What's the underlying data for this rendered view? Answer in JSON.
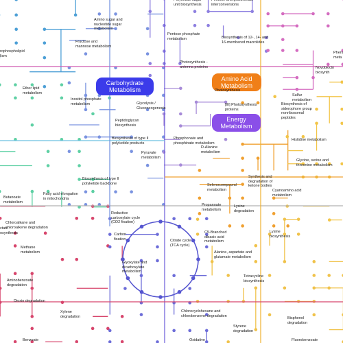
{
  "pills": {
    "carbohydrate": {
      "text": "Carbohydrate\nMetabolism",
      "color": "#3b3bea"
    },
    "amino_acid": {
      "text": "Amino Acid\nMetabolism",
      "color": "#f07f18"
    },
    "energy": {
      "text": "Energy\nMetabolism",
      "color": "#8a4fe8"
    }
  },
  "labels": {
    "polyketide_sugar": "Polyketide sugar\nunit biosynthesis",
    "pentose_glucuronate": "Pentose and glucuronate\ninterconversions",
    "amino_sugar": "Amino sugar and\nnucleotide sugar\nmetabolism",
    "phospholipid": "rophospholipid\nlism",
    "fructose_mannose": "Fructose and\nmannose metabolism",
    "pentose_phosphate": "Pentose phosphate\nmetabolism",
    "biosynthesis_12_14": "Biosynthesis of 12-, 14- and\n16-membered macrolides",
    "phenyl": "Pheny\nmeta",
    "photosynthesis_antenna": "Photosynthesis -\nantenna proteins",
    "novobiocin": "Novobiocin\nbiosynth",
    "ether_lipid": "Ether lipid\nmetabolism",
    "inositol": "Inositol phosphate\nmetabolism",
    "photosynthesis": "Photosynthesis",
    "photosynthesis_proteins": "[III] Photosynthesis\nproteins",
    "glycolysis": "Glycolysis /\nGluconeogenesis",
    "sulfur": "Sulfur\nmetabolism",
    "siderophore": "Biosynthesis of\nsiderophore group\nnonribosomal\npeptides",
    "peptidoglycan": "Peptidoglycan\nbiosynthesis",
    "polyketide_products": "Biosynthesis of type II\npolyketide products",
    "phosphonate": "Phosphonate and\nphosphinate metabolism",
    "d_alanine": "D-Alanine\nmetabolism",
    "histidine": "Histidine metabolism",
    "pyruvate": "Pyruvate\nmetabolism",
    "glycine_serine": "Glycine, serine and\nthreonine metabolism",
    "type_ii_backbone": "Biosynthesis of type II\npolyketide backbone",
    "selenocompound": "Selenocompound\nmetabolism",
    "lysine_degradation_synth": "Synthesis and\ndegradation of\nketone bodies",
    "cyanoamino": "Cyanoamino acid\nmetabolism",
    "butanoate": "Butanoate\nmetabolism",
    "fatty_acid_elongation": "Fatty acid elongation\nin mitochondria",
    "propanoate": "Propanoate\nmetabolism",
    "lysine_degradation": "Lysine\ndegradation",
    "reductive_carboxylate": "Reductive\ncarboxylate cycle\n(CO2 fixation)",
    "lysine_biosynthesis": "Lysine\nbiosynthesis",
    "chloroalkane": "Chloroalkane and\nchloroalkene degradation",
    "carbon_fixation": "Carbon\nfixation",
    "citrate_cycle": "Citrate cycle\n(TCA cycle)",
    "c5_branched": "C5-Branched\ndibasic acid\nmetabolism",
    "methane": "Methane\nmetabolism",
    "actam": "ctam\nosynthesis",
    "alanine_aspartate": "Alanine, aspartate and\nglutamate metabolism",
    "glyoxylate": "Glyoxylate and\ndicarboxylate\nmetabolism",
    "aminobenzoate": "Aminobenzoate\ndegradation",
    "tetracycline": "Tetracycline\nbiosynthesis",
    "dioxin": "Dioxin degradation",
    "xylene": "Xylene\ndegradation",
    "chlorocyclohexane": "Chlorocyclohexane and\nchlorobenzene degradation",
    "bisphenol": "Bisphenol\ndegradation",
    "styrene": "Styrene\ndegradation",
    "oxidative": "Oxidative",
    "benzoate": "Benzoate",
    "fluorobenzoate": "Fluorobenzoate"
  }
}
